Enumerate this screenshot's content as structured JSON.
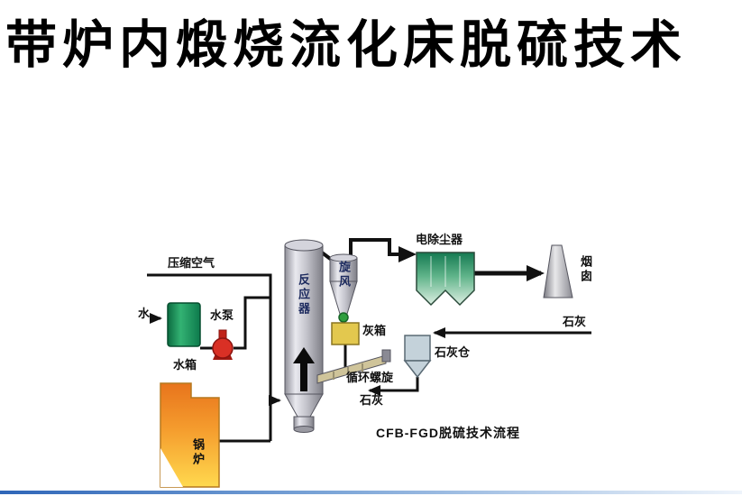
{
  "title": "带炉内煅烧流化床脱硫技术",
  "diagram": {
    "caption": "CFB-FGD脱硫技术流程",
    "labels": {
      "compressed_air": "压缩空气",
      "water": "水",
      "water_pump": "水泵",
      "water_tank": "水箱",
      "boiler": "锅炉",
      "reactor": "反应器",
      "cyclone": "旋风",
      "ash_box": "灰箱",
      "circulation_screw": "循环螺旋",
      "lime_feed": "石灰",
      "esp": "电除尘器",
      "chimney": "烟囱",
      "lime_silo": "石灰仓",
      "lime_supply": "石灰"
    },
    "colors": {
      "tank_green": "#1a9a5c",
      "pump_red": "#d93025",
      "boiler_orange_top": "#e8741c",
      "boiler_yellow_bottom": "#ffd94e",
      "esp_green_top": "#157a52",
      "esp_green_bottom": "#ddefe3",
      "ash_box_yellow": "#e3c84e",
      "lime_silo_gray": "#c4d2da",
      "valve_green": "#2e9e3e",
      "metal_gray": "#b9b9c2",
      "line_black": "#111111",
      "bottom_bar_blue": "#2f66b8"
    }
  }
}
